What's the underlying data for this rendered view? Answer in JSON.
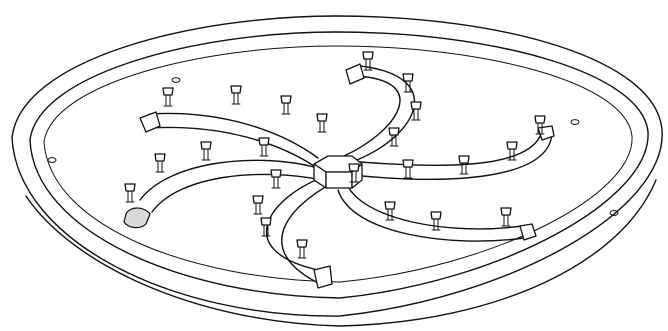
{
  "figure": {
    "subject": "",
    "ink_color": "#111111",
    "background_color": "#ffffff",
    "pipe_arm_count": 6,
    "nozzle_style": "jet-nozzle",
    "hub_shape": "hexagon"
  }
}
